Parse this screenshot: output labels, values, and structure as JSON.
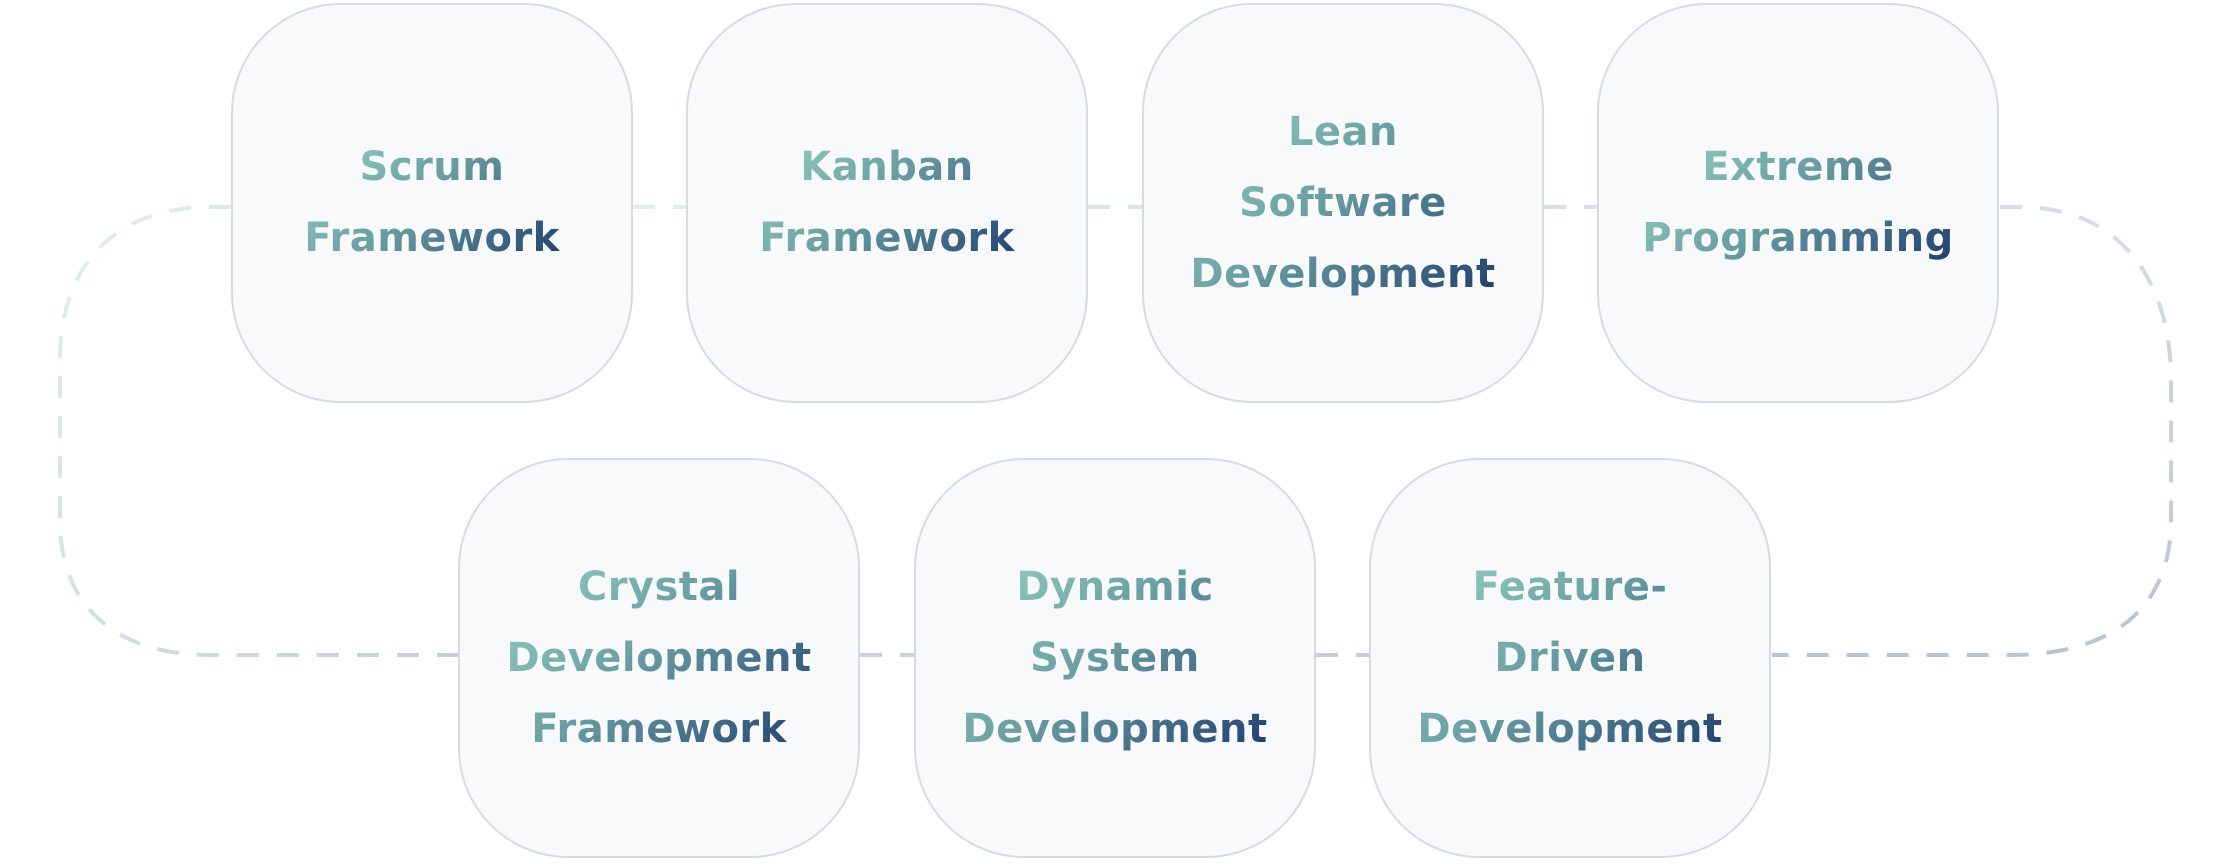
{
  "steps": [
    {
      "lines": [
        "Scrum",
        "Framework"
      ]
    },
    {
      "lines": [
        "Kanban",
        "Framework"
      ]
    },
    {
      "lines": [
        "Lean",
        "Software",
        "Development"
      ]
    },
    {
      "lines": [
        "Extreme",
        "Programming"
      ]
    },
    {
      "lines": [
        "Crystal",
        "Development",
        "Framework"
      ]
    },
    {
      "lines": [
        "Dynamic",
        "System",
        "Development"
      ]
    },
    {
      "lines": [
        "Feature-",
        "Driven",
        "Development"
      ]
    }
  ],
  "colors": {
    "text_start": "#9ad6c4",
    "text_end": "#1d3a6b",
    "box_border": "#d5dce2",
    "box_fill": "#f8f9fa"
  }
}
